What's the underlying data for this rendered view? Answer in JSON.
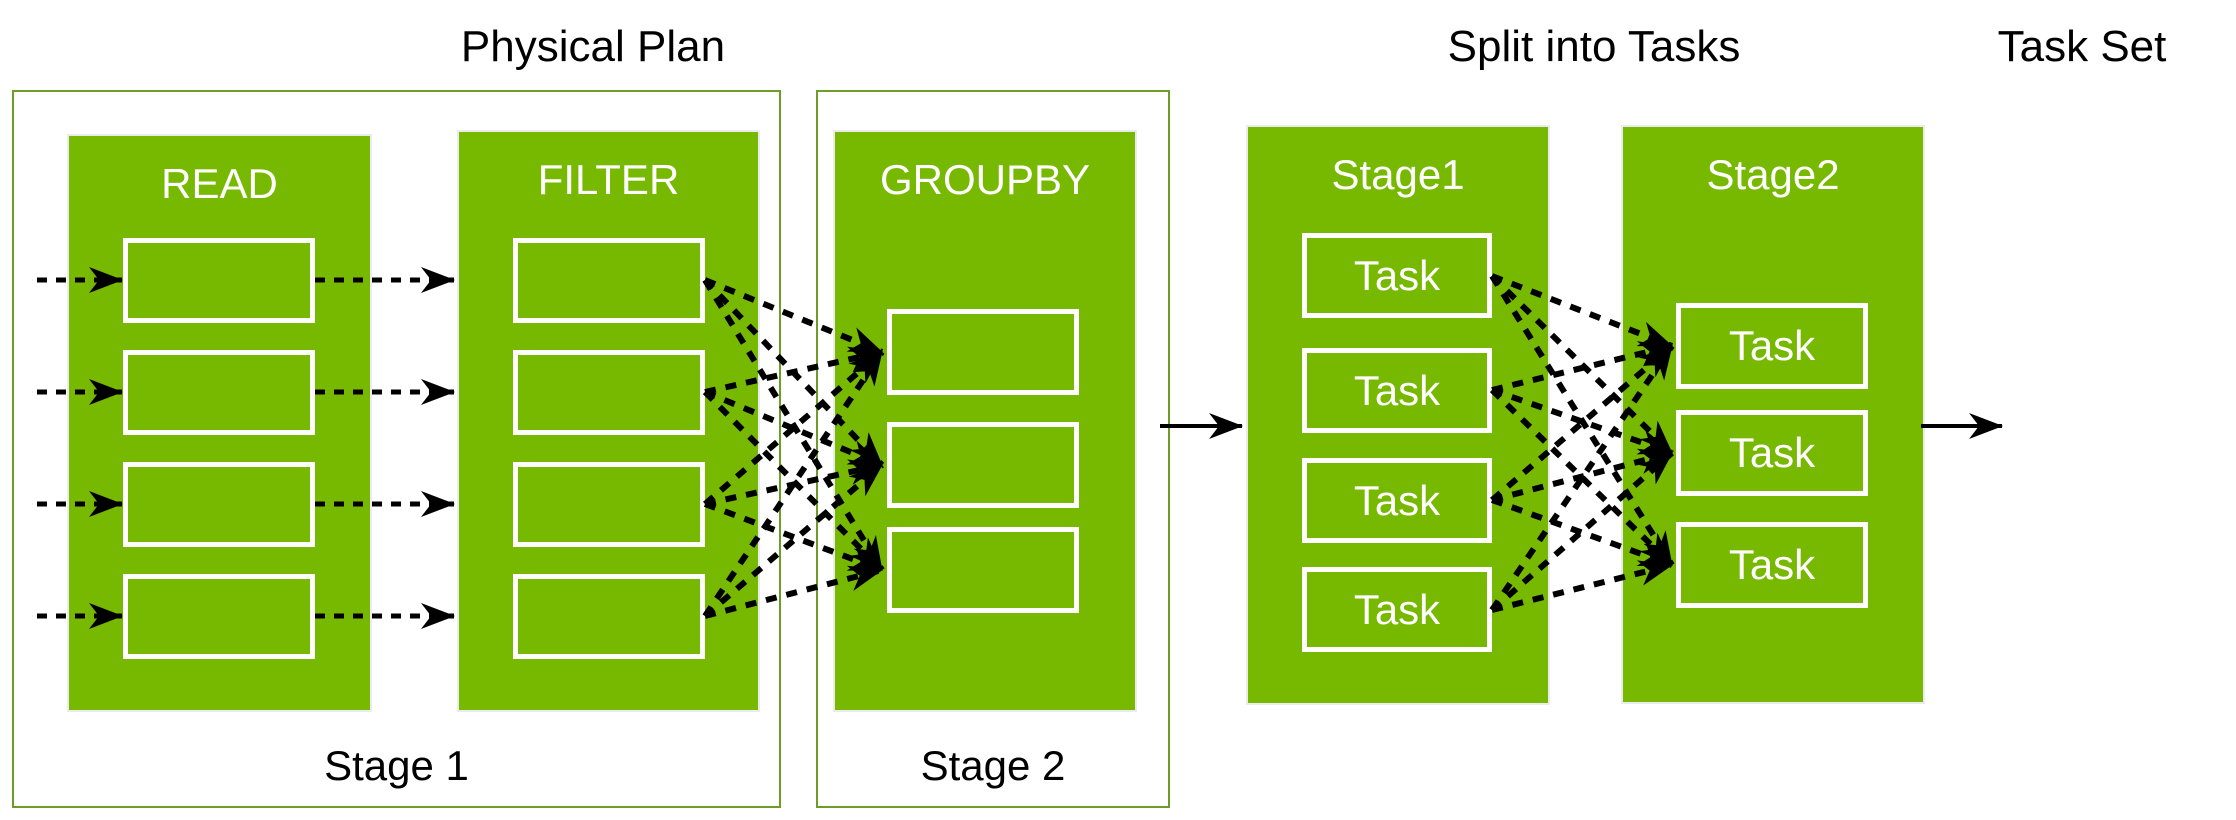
{
  "diagram": {
    "titles": {
      "physical_plan": "Physical Plan",
      "split_into_tasks": "Split into Tasks",
      "task_set": "Task Set"
    },
    "physical_plan": {
      "stage1": {
        "label": "Stage 1",
        "operators": [
          {
            "name": "READ",
            "partition_count": 4
          },
          {
            "name": "FILTER",
            "partition_count": 4
          }
        ]
      },
      "stage2": {
        "label": "Stage 2",
        "operators": [
          {
            "name": "GROUPBY",
            "partition_count": 3
          }
        ]
      }
    },
    "task_stages": [
      {
        "name": "Stage1",
        "task_labels": [
          "Task",
          "Task",
          "Task",
          "Task"
        ]
      },
      {
        "name": "Stage2",
        "task_labels": [
          "Task",
          "Task",
          "Task"
        ]
      }
    ],
    "colors": {
      "box_fill_green": "#76b900",
      "outline_green": "#6f9c24",
      "connector_black": "#000000",
      "label_on_green": "#ffffff",
      "title_text": "#000000"
    }
  }
}
